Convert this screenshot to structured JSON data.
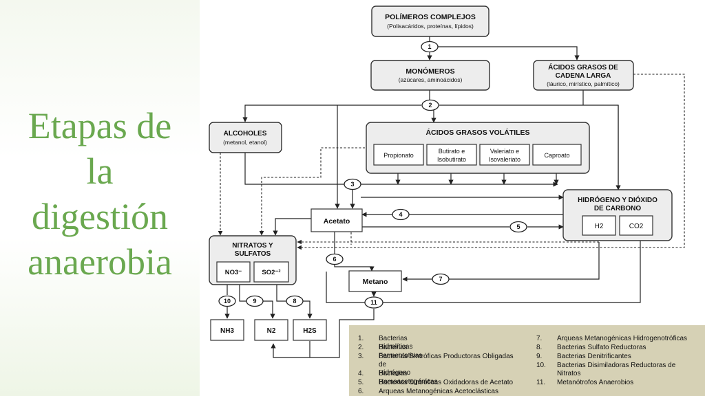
{
  "slide_title": "Etapas de\nla\ndigestión\nanaerobia",
  "nodes": {
    "polymers": {
      "title": "POLÍMEROS COMPLEJOS",
      "subtitle": "(Polisacáridos, proteínas, lípidos)"
    },
    "monomers": {
      "title": "MONÓMEROS",
      "subtitle": "(azúcares, aminoácidos)"
    },
    "long_fatty": {
      "title1": "ÁCIDOS GRASOS DE",
      "title2": "CADENA LARGA",
      "subtitle": "(láurico, mirístico, palmítico)"
    },
    "alcohols": {
      "title": "ALCOHOLES",
      "subtitle": "(metanol, etanol)"
    },
    "vfa": {
      "title": "ÁCIDOS GRASOS VOLÁTILES",
      "items": [
        [
          "Propionato"
        ],
        [
          "Butirato e",
          "Isobutirato"
        ],
        [
          "Valeriato e",
          "Isovaleriato"
        ],
        [
          "Caproato"
        ]
      ]
    },
    "h2co2": {
      "title1": "HIDRÓGENO Y DIÓXIDO",
      "title2": "DE CARBONO",
      "h2": "H2",
      "co2": "CO2"
    },
    "acetate": {
      "label": "Acetato"
    },
    "nitrates": {
      "title1": "NITRATOS Y",
      "title2": "SULFATOS",
      "no3": "NO3⁻",
      "so2": "SO2⁻²"
    },
    "methane": {
      "label": "Metano"
    },
    "nh3": {
      "label": "NH3"
    },
    "n2": {
      "label": "N2"
    },
    "h2s": {
      "label": "H2S"
    }
  },
  "steps": [
    "1",
    "2",
    "3",
    "4",
    "5",
    "6",
    "7",
    "8",
    "9",
    "10",
    "11"
  ],
  "legend": [
    {
      "num": "1.",
      "text": "Bacterias Hidrolíticas"
    },
    {
      "num": "2.",
      "text": "Bacterias Fermentativas"
    },
    {
      "num": "3.",
      "text": "Bacterias Sintróficas  Productoras Obligadas"
    },
    {
      "num": "",
      "text": "de Hidrógeno"
    },
    {
      "num": "4.",
      "text": "Bacterias Homoacetogénicas"
    },
    {
      "num": "5.",
      "text": "Bacterias Sintróficas  Oxidadoras de Acetato"
    },
    {
      "num": "6.",
      "text": "Arqueas Metanogénicas Acetoclásticas"
    },
    {
      "num": "7.",
      "text": "Arqueas Metanogénicas Hidrogenotróficas"
    },
    {
      "num": "8.",
      "text": "Bacterias Sulfato Reductoras"
    },
    {
      "num": "9.",
      "text": "Bacterias Denitrificantes"
    },
    {
      "num": "10.",
      "text": "Bacterias Disimiladoras Reductoras de"
    },
    {
      "num": "",
      "text": "Nitratos"
    },
    {
      "num": "11.",
      "text": "Metanótrofos Anaerobios"
    }
  ]
}
